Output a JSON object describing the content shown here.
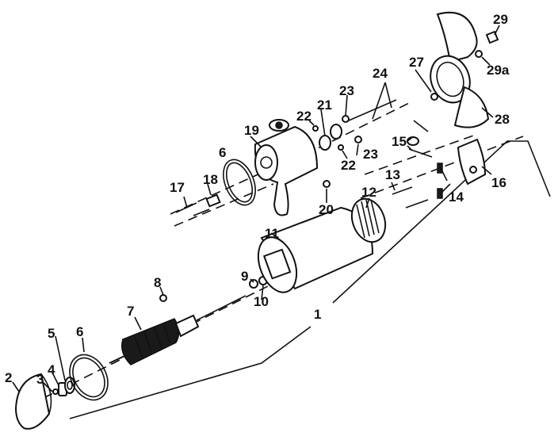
{
  "callouts": {
    "c1": "1",
    "c2": "2",
    "c3": "3",
    "c4": "4",
    "c5": "5",
    "c6a": "6",
    "c6b": "6",
    "c7": "7",
    "c8": "8",
    "c9": "9",
    "c10": "10",
    "c11": "11",
    "c12": "12",
    "c13": "13",
    "c14": "14",
    "c15": "15",
    "c16": "16",
    "c17": "17",
    "c18": "18",
    "c19": "19",
    "c20": "20",
    "c21": "21",
    "c22a": "22",
    "c22b": "22",
    "c23a": "23",
    "c23b": "23",
    "c24": "24",
    "c27": "27",
    "c28": "28",
    "c29": "29",
    "c29a": "29a"
  }
}
